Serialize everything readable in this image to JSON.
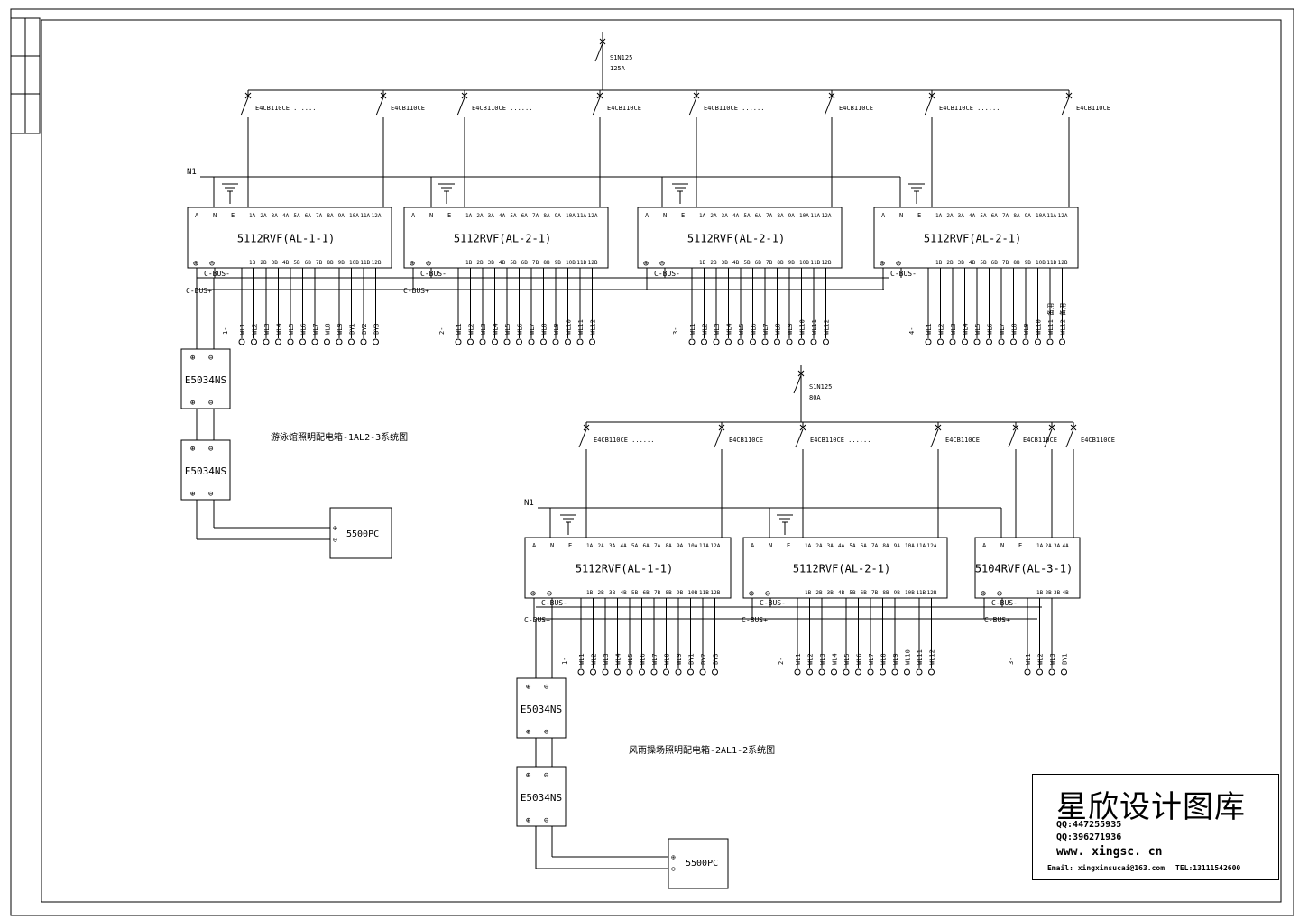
{
  "panels": [
    {
      "title": "游泳馆照明配电箱-1AL2-3系统图",
      "main_breaker": "S1N125",
      "main_rating": "125A",
      "modules": [
        {
          "name": "5112RVF(AL-1-1)",
          "group": "1-",
          "circuits": [
            "WL1",
            "WL2",
            "WL3",
            "WL4",
            "WL5",
            "WL6",
            "WL7",
            "WL8",
            "WL9",
            "BY1",
            "BY2",
            "BY3"
          ]
        },
        {
          "name": "5112RVF(AL-2-1)",
          "group": "2-",
          "circuits": [
            "WL1",
            "WL2",
            "WL3",
            "WL4",
            "WL5",
            "WL6",
            "WL7",
            "WL8",
            "WL9",
            "WL10",
            "WL11",
            "WL12"
          ]
        },
        {
          "name": "5112RVF(AL-2-1)",
          "group": "3-",
          "circuits": [
            "WL1",
            "WL2",
            "WL3",
            "WL4",
            "WL5",
            "WL6",
            "WL7",
            "WL8",
            "WL9",
            "WL10",
            "WL11",
            "WL12"
          ]
        },
        {
          "name": "5112RVF(AL-2-1)",
          "group": "4-",
          "circuits": [
            "WL1",
            "WL2",
            "WL3",
            "WL4",
            "WL5",
            "WL6",
            "WL7",
            "WL8",
            "WL9",
            "WL10",
            "WL11 备用",
            "WL12 备用"
          ]
        }
      ],
      "power_modules": [
        "E5034NS",
        "E5034NS"
      ],
      "pc": "5500PC"
    },
    {
      "title": "风雨操场照明配电箱-2AL1-2系统图",
      "main_breaker": "S1N125",
      "main_rating": "80A",
      "modules": [
        {
          "name": "5112RVF(AL-1-1)",
          "group": "1-",
          "circuits": [
            "WL1",
            "WL2",
            "WL3",
            "WL4",
            "WL5",
            "WL6",
            "WL7",
            "WL8",
            "WL9",
            "BY1",
            "BY2",
            "BY3"
          ]
        },
        {
          "name": "5112RVF(AL-2-1)",
          "group": "2-",
          "circuits": [
            "WL1",
            "WL2",
            "WL3",
            "WL4",
            "WL5",
            "WL6",
            "WL7",
            "WL8",
            "WL9",
            "WL10",
            "WL11",
            "WL12"
          ]
        },
        {
          "name": "5104RVF(AL-3-1)",
          "group": "3-",
          "circuits": [
            "WL1",
            "WL2",
            "WL3",
            "BY1"
          ]
        }
      ],
      "power_modules": [
        "E5034NS",
        "E5034NS"
      ],
      "pc": "5500PC"
    }
  ],
  "labels": {
    "neutral": "N1",
    "bus_minus": "C-BUS-",
    "bus_plus": "C-BUS+",
    "branch_breaker": "E4CB110CE",
    "branch_breaker_dots": "E4CB110CE ......",
    "term_A": "A",
    "term_N": "N",
    "term_E": "E",
    "term_plus": "⊕",
    "term_minus": "⊖"
  },
  "titleblock": {
    "name": "星欣设计图库",
    "qq1": "QQ:447255935",
    "qq2": "QQ:396271936",
    "web": "www. xingsc. cn",
    "email": "Email: xingxinsucai@163.com",
    "tel": "TEL:13111542600"
  }
}
